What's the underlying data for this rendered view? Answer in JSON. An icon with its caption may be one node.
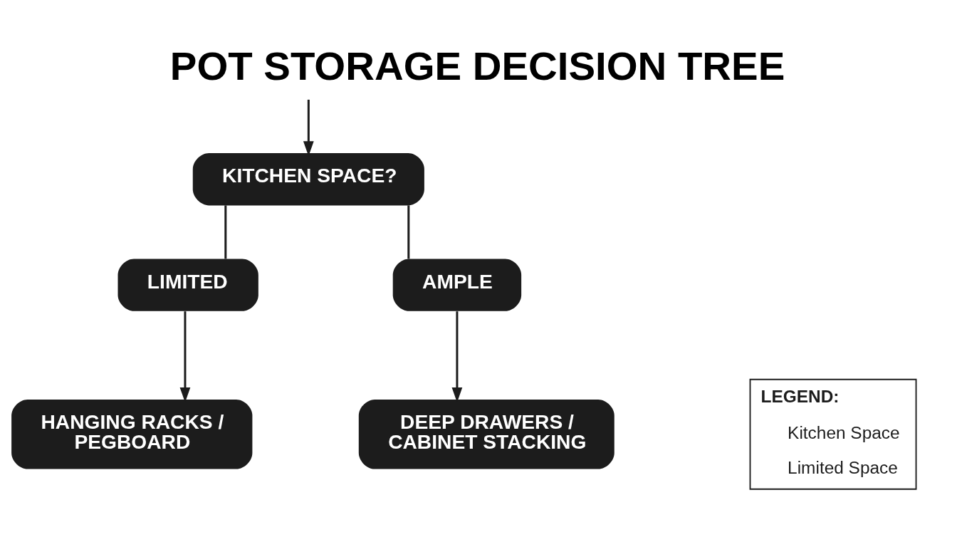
{
  "diagram": {
    "title": "POT STORAGE DECISION TREE",
    "nodes": [
      {
        "text": [
          "KITCHEN SPACE?"
        ]
      },
      {
        "text": [
          "LIMITED"
        ]
      },
      {
        "text": [
          "AMPLE"
        ]
      },
      {
        "text": [
          "HANGING RACKS / PEGBOARD"
        ]
      },
      {
        "text": [
          "DEEP DRAWERS / CABINET STACKING"
        ]
      }
    ],
    "edges": [
      {
        "from": null,
        "to": 0,
        "arrow": "to"
      },
      {
        "from": 0,
        "to": 1,
        "arrow": "none"
      },
      {
        "from": 0,
        "to": 2,
        "arrow": "none"
      },
      {
        "from": 1,
        "to": 3,
        "arrow": "to"
      },
      {
        "from": 2,
        "to": 4,
        "arrow": "to"
      }
    ],
    "labels": [
      "LEGEND:"
    ],
    "legend": [
      {
        "text": "Kitchen Space"
      },
      {
        "text": "Limited Space"
      }
    ]
  }
}
